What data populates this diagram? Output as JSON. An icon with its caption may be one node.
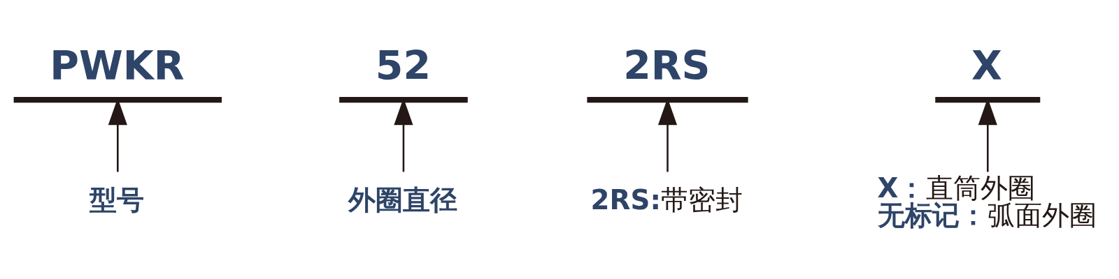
{
  "diagram": {
    "nodes": [
      {
        "text": [
          "PWKR"
        ]
      },
      {
        "text": [
          "52"
        ]
      },
      {
        "text": [
          "2RS"
        ]
      },
      {
        "text": [
          "X"
        ]
      },
      {
        "text": [
          "型号"
        ]
      },
      {
        "text": [
          "外圈直径"
        ]
      },
      {
        "text": [
          "**2RS:**带密封"
        ]
      },
      {
        "text": [
          "**X：**直筒外圈",
          "**无标记：**弧面外圈"
        ]
      }
    ],
    "edges": [
      {
        "from": 4,
        "to": 0,
        "arrow": "to"
      },
      {
        "from": 5,
        "to": 1,
        "arrow": "to"
      },
      {
        "from": 6,
        "to": 2,
        "arrow": "to"
      },
      {
        "from": 7,
        "to": 3,
        "arrow": "to"
      }
    ]
  }
}
